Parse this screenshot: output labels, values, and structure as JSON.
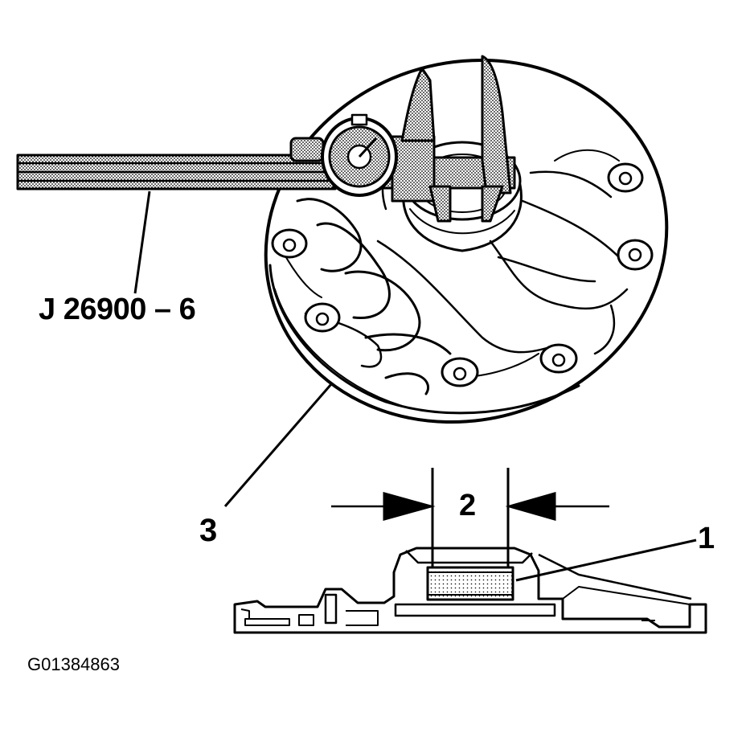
{
  "labels": {
    "tool": "J 26900 – 6",
    "callout_1": "1",
    "callout_2": "2",
    "callout_3": "3",
    "figure_id": "G01384863"
  },
  "parts": {
    "tool": "dial caliper",
    "part_3": "pump cover",
    "part_1": "bushing"
  },
  "colors": {
    "ink": "#000000",
    "paper": "#ffffff",
    "stipple": "#8a8a8a"
  }
}
